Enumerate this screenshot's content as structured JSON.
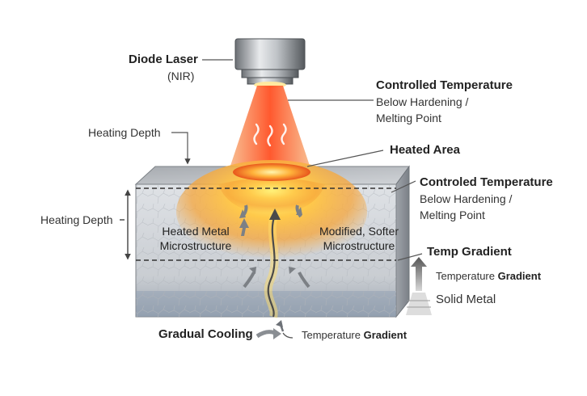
{
  "labels": {
    "diode_laser": "Diode Laser",
    "nir": "(NIR)",
    "controlled_temp_title": "Controlled Temperature",
    "controlled_temp_line1": "Below Hardening /",
    "controlled_temp_line2": "Melting Point",
    "heating_depth_top": "Heating Depth",
    "heated_area": "Heated Area",
    "controled_temp_title": "Controled Temperature",
    "controled_temp_line1": "Below Hardening /",
    "controled_temp_line2": "Melting Point",
    "heating_depth_side": "Heating Depth",
    "heated_metal_line1": "Heated Metal",
    "heated_metal_line2": "Microstructure",
    "modified_line1": "Modified, Softer",
    "modified_line2": "Microstructure",
    "temp_gradient_title": "Temp Gradient",
    "temp_gradient_sub_plain": "Temperature ",
    "temp_gradient_sub_bold": "Gradient",
    "solid_metal": "Solid Metal",
    "gradual_cooling": "Gradual Cooling",
    "bottom_gradient_plain": "Temperature ",
    "bottom_gradient_bold": "Gradient"
  },
  "colors": {
    "beam_core": "#ff5a2a",
    "beam_edge": "#f7b07a",
    "heat_center": "#ffe66e",
    "heat_outer": "#f4a43c",
    "metal_front": "#cfd3d8",
    "metal_top": "#b5b9be",
    "metal_side": "#8e9399",
    "arrow_gray": "#7c8085",
    "leader": "#555555"
  },
  "icons": {
    "laser_head": "laser-head-icon",
    "heat_waves": "heat-wave-icon",
    "arrows": "arrow-up-icon",
    "cooling": "cooling-arrow-icon"
  }
}
